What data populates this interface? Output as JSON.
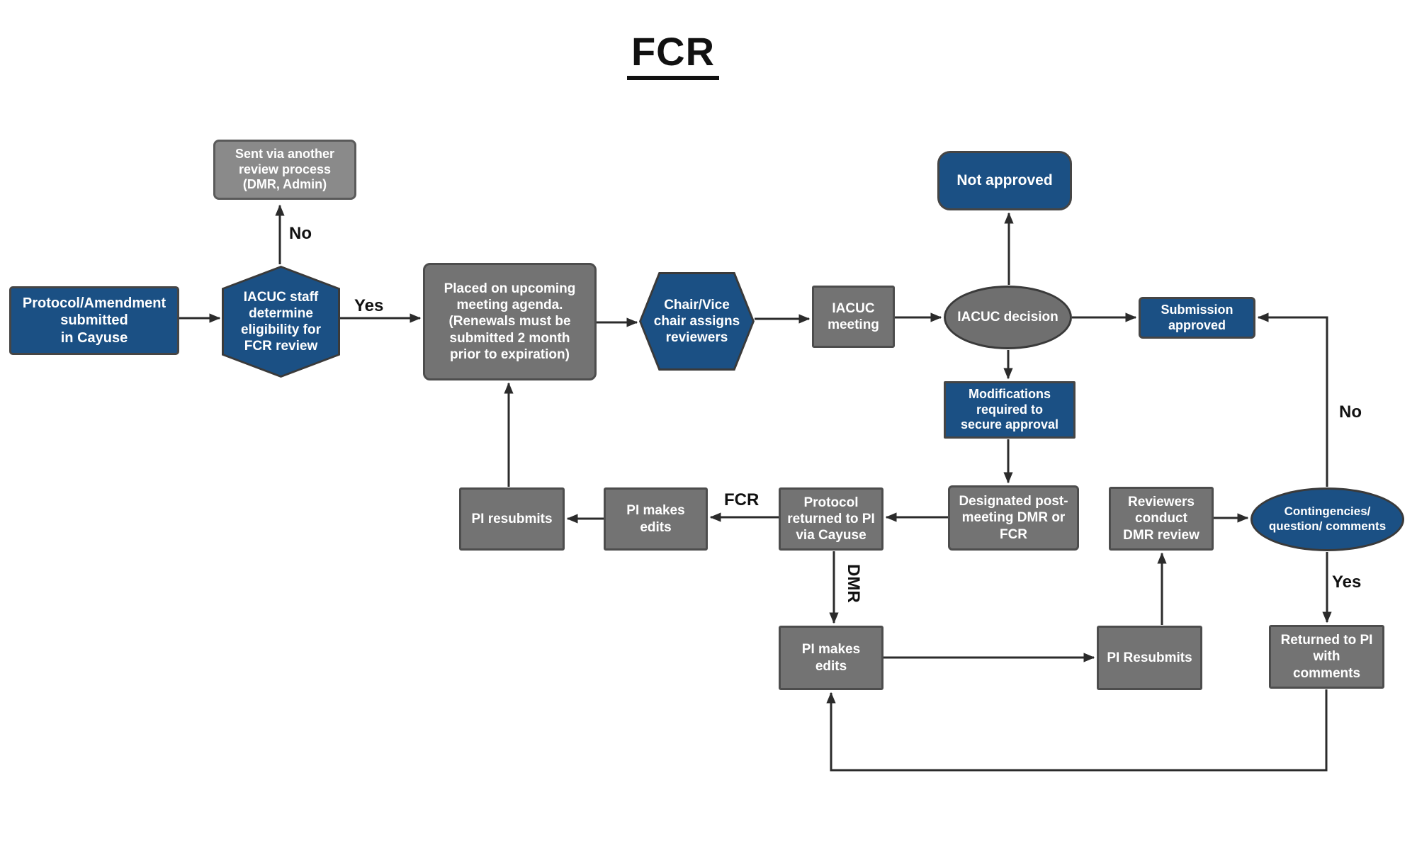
{
  "title": "FCR",
  "colors": {
    "node_blue": "#1b5084",
    "node_gray": "#737373",
    "node_gray_light": "#8a8a8a",
    "border_dark": "#3a3a3a",
    "arrow": "#2b2b2b",
    "text_on_node": "#ffffff",
    "label_text": "#111111"
  },
  "nodes": {
    "protocol_submitted": {
      "label": "Protocol/Amendment\nsubmitted\nin Cayuse",
      "shape": "rect",
      "color": "blue"
    },
    "staff_determine": {
      "label": "IACUC staff\ndetermine\neligibility for\nFCR review",
      "shape": "hexagon-vertical",
      "color": "blue"
    },
    "sent_via_another": {
      "label": "Sent via another\nreview process\n(DMR, Admin)",
      "shape": "rect",
      "color": "gray"
    },
    "placed_agenda": {
      "label": "Placed on upcoming\nmeeting agenda.\n(Renewals must be\nsubmitted 2 month\nprior to expiration)",
      "shape": "rect",
      "color": "gray"
    },
    "chair_assigns": {
      "label": "Chair/Vice\nchair assigns\nreviewers",
      "shape": "hexagon-horizontal",
      "color": "blue"
    },
    "iacuc_meeting": {
      "label": "IACUC\nmeeting",
      "shape": "rect",
      "color": "gray"
    },
    "iacuc_decision": {
      "label": "IACUC decision",
      "shape": "ellipse",
      "color": "gray"
    },
    "not_approved": {
      "label": "Not approved",
      "shape": "rounded-rect",
      "color": "blue"
    },
    "submission_approved": {
      "label": "Submission\napproved",
      "shape": "rect",
      "color": "blue"
    },
    "modifications_required": {
      "label": "Modifications\nrequired to\nsecure approval",
      "shape": "rect",
      "color": "blue"
    },
    "designated_post_meeting": {
      "label": "Designated post-\nmeeting DMR or\nFCR",
      "shape": "rect",
      "color": "gray"
    },
    "protocol_returned": {
      "label": "Protocol\nreturned to PI\nvia Cayuse",
      "shape": "rect",
      "color": "gray"
    },
    "pi_makes_edits_fcr": {
      "label": "PI makes\nedits",
      "shape": "rect",
      "color": "gray"
    },
    "pi_resubmits_fcr": {
      "label": "PI resubmits",
      "shape": "rect",
      "color": "gray"
    },
    "pi_makes_edits_dmr": {
      "label": "PI makes\nedits",
      "shape": "rect",
      "color": "gray"
    },
    "pi_resubmits_dmr": {
      "label": "PI Resubmits",
      "shape": "rect",
      "color": "gray"
    },
    "reviewers_conduct": {
      "label": "Reviewers\nconduct\nDMR review",
      "shape": "rect",
      "color": "gray"
    },
    "contingencies": {
      "label": "Contingencies/\nquestion/ comments",
      "shape": "ellipse",
      "color": "blue"
    },
    "returned_with_comments": {
      "label": "Returned to PI\nwith\ncomments",
      "shape": "rect",
      "color": "gray"
    }
  },
  "edge_labels": {
    "no_top": "No",
    "yes_fcr": "Yes",
    "fcr": "FCR",
    "dmr": "DMR",
    "no_right": "No",
    "yes_contingencies": "Yes"
  }
}
